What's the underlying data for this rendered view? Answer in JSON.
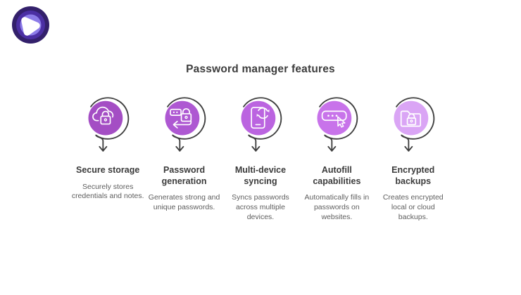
{
  "header": {
    "title": "Password manager features"
  },
  "logo": {
    "name": "brand-logo",
    "ring_colors": [
      "#33206b",
      "#4b2fa3",
      "#8c7be8"
    ],
    "pick_color": "#ffffff"
  },
  "colors": {
    "outline": "#3f3f3f",
    "glyph": "#ffffff",
    "circle_fills": [
      "#a44ec4",
      "#ae58d2",
      "#bb64e0",
      "#c873ea",
      "#daa5f5"
    ]
  },
  "features": [
    {
      "icon": "cloud-lock",
      "title": "Secure storage",
      "description": "Securely stores credentials and notes."
    },
    {
      "icon": "password-generator",
      "title": "Password generation",
      "description": "Generates strong and unique passwords."
    },
    {
      "icon": "device-sync",
      "title": "Multi-device syncing",
      "description": "Syncs passwords across multiple devices."
    },
    {
      "icon": "autofill-cursor",
      "title": "Autofill capabilities",
      "description": "Automatically fills in passwords on websites."
    },
    {
      "icon": "encrypted-folder",
      "title": "Encrypted backups",
      "description": "Creates encrypted local or cloud backups."
    }
  ]
}
